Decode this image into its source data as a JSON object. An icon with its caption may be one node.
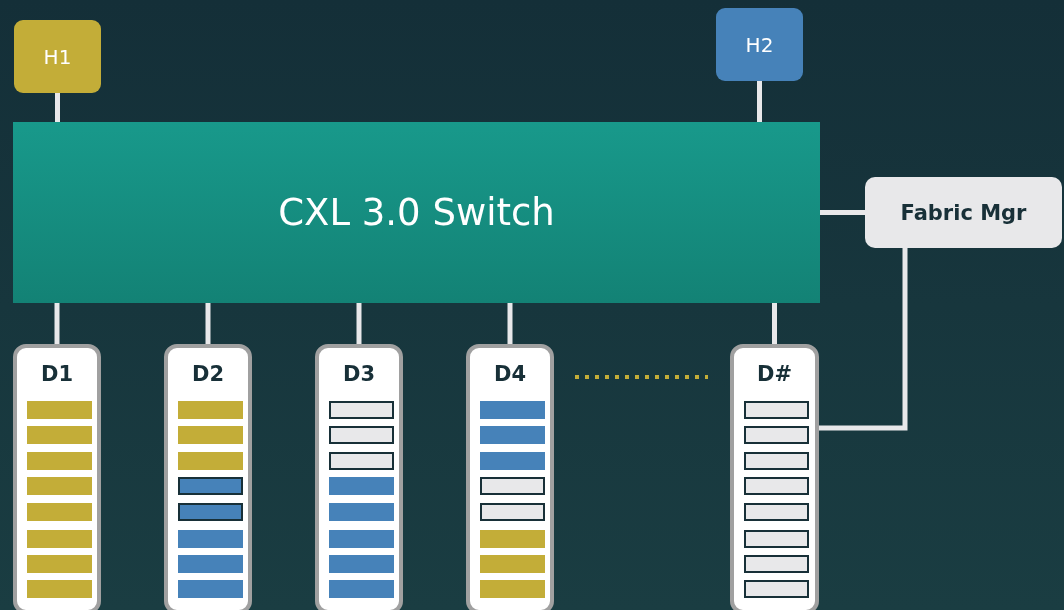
{
  "diagram": {
    "nodes": [
      {
        "text": [
          "H1"
        ]
      },
      {
        "text": [
          "H2"
        ]
      },
      {
        "text": [
          "CXL 3.0 Switch"
        ]
      },
      {
        "text": [
          "Fabric Mgr"
        ]
      },
      {
        "text": [
          "D1"
        ]
      },
      {
        "text": [
          "D2"
        ]
      },
      {
        "text": [
          "D3"
        ]
      },
      {
        "text": [
          "D4"
        ]
      },
      {
        "text": [
          "D#"
        ]
      }
    ],
    "edges": [
      {
        "from": 0,
        "to": 2,
        "arrow": "none"
      },
      {
        "from": 1,
        "to": 2,
        "arrow": "none"
      },
      {
        "from": 2,
        "to": 3,
        "arrow": "none"
      },
      {
        "from": 2,
        "to": 4,
        "arrow": "none"
      },
      {
        "from": 2,
        "to": 5,
        "arrow": "none"
      },
      {
        "from": 2,
        "to": 6,
        "arrow": "none"
      },
      {
        "from": 2,
        "to": 7,
        "arrow": "none"
      },
      {
        "from": 2,
        "to": 8,
        "arrow": "none"
      },
      {
        "from": 3,
        "to": 8,
        "arrow": "none"
      }
    ]
  }
}
